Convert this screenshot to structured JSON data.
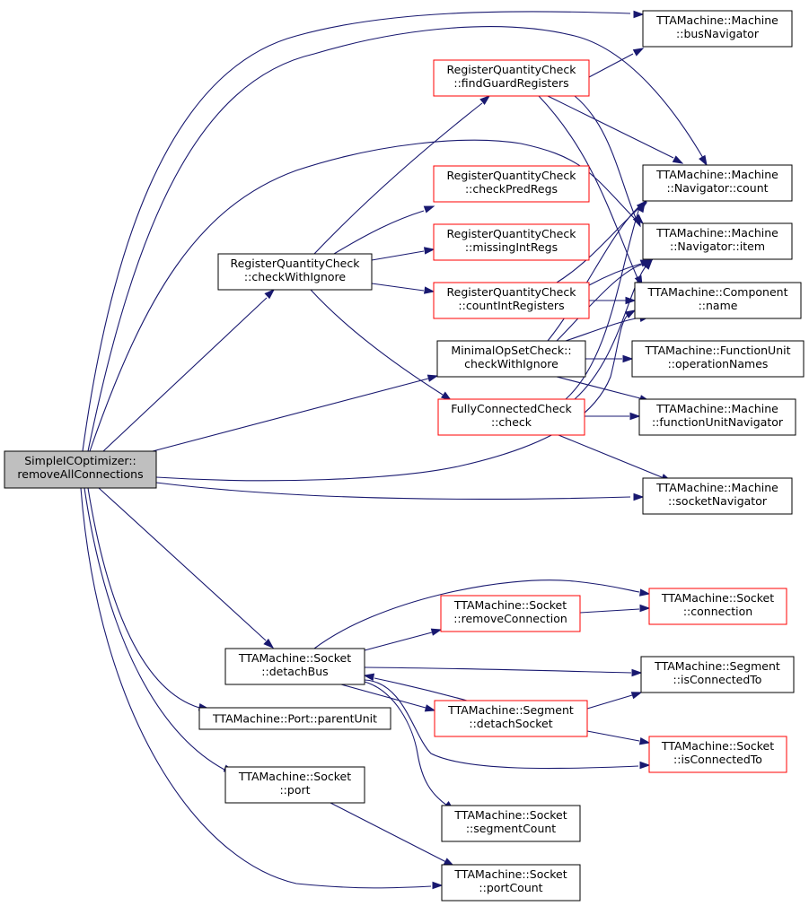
{
  "colors": {
    "edge": "#191970",
    "border_normal": "#000000",
    "border_truncated": "#ff0000",
    "root_fill": "#bfbfbf",
    "node_fill": "#ffffff"
  },
  "nodes": {
    "root": [
      "SimpleICOptimizer::",
      "removeAllConnections"
    ],
    "bus_nav": [
      "TTAMachine::Machine",
      "::busNavigator"
    ],
    "find_guard": [
      "RegisterQuantityCheck",
      "::findGuardRegisters"
    ],
    "check_pred": [
      "RegisterQuantityCheck",
      "::checkPredRegs"
    ],
    "missing_int": [
      "RegisterQuantityCheck",
      "::missingIntRegs"
    ],
    "count_int": [
      "RegisterQuantityCheck",
      "::countIntRegisters"
    ],
    "rqc_check": [
      "RegisterQuantityCheck",
      "::checkWithIgnore"
    ],
    "nav_count": [
      "TTAMachine::Machine",
      "::Navigator::count"
    ],
    "nav_item": [
      "TTAMachine::Machine",
      "::Navigator::item"
    ],
    "comp_name": [
      "TTAMachine::Component",
      "::name"
    ],
    "minimal": [
      "MinimalOpSetCheck::",
      "checkWithIgnore"
    ],
    "fu_opnames": [
      "TTAMachine::FunctionUnit",
      "::operationNames"
    ],
    "fully": [
      "FullyConnectedCheck",
      "::check"
    ],
    "fu_nav": [
      "TTAMachine::Machine",
      "::functionUnitNavigator"
    ],
    "sock_nav": [
      "TTAMachine::Machine",
      "::socketNavigator"
    ],
    "remove_conn": [
      "TTAMachine::Socket",
      "::removeConnection"
    ],
    "connection": [
      "TTAMachine::Socket",
      "::connection"
    ],
    "detach_bus": [
      "TTAMachine::Socket",
      "::detachBus"
    ],
    "seg_isconn": [
      "TTAMachine::Segment",
      "::isConnectedTo"
    ],
    "parent_unit": [
      "TTAMachine::Port::parentUnit"
    ],
    "seg_detach": [
      "TTAMachine::Segment",
      "::detachSocket"
    ],
    "sock_isconn": [
      "TTAMachine::Socket",
      "::isConnectedTo"
    ],
    "sock_port": [
      "TTAMachine::Socket",
      "::port"
    ],
    "seg_count": [
      "TTAMachine::Socket",
      "::segmentCount"
    ],
    "port_count": [
      "TTAMachine::Socket",
      "::portCount"
    ]
  }
}
